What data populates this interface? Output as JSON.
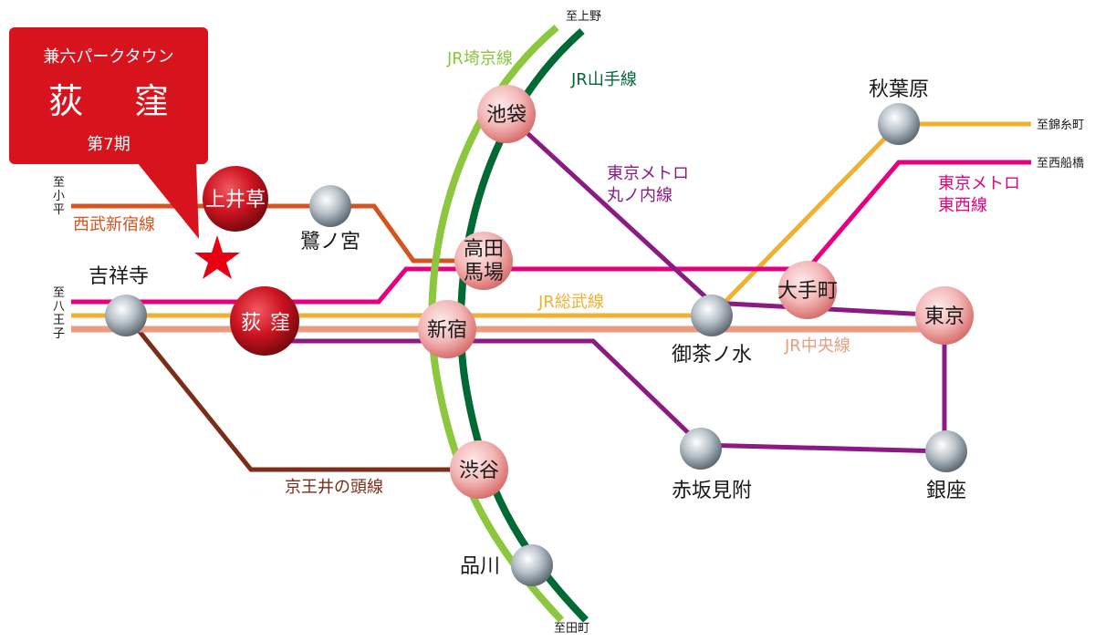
{
  "callout": {
    "line1": "兼六パークタウン",
    "title_a": "荻",
    "title_b": "窪",
    "line3": "第7期",
    "bg": "#d7131d"
  },
  "terminals": {
    "ueno": "至上野",
    "tabata": "至田町",
    "kinshicho": "至錦糸町",
    "nishifunabashi": "至西船橋",
    "kodaira": [
      "至",
      "小",
      "平"
    ],
    "hachioji": [
      "至",
      "八",
      "王",
      "子"
    ]
  },
  "lines": {
    "saikyo": {
      "label": "JR埼京線",
      "color": "#8dc63f"
    },
    "yamanote": {
      "label": "JR山手線",
      "color": "#006934"
    },
    "seibu": {
      "label": "西武新宿線",
      "color": "#d4541f"
    },
    "marunouchi": {
      "label": [
        "東京メトロ",
        "丸ノ内線"
      ],
      "color": "#8b1b83"
    },
    "tozai": {
      "label": [
        "東京メトロ",
        "東西線"
      ],
      "color": "#e4007f"
    },
    "sobu": {
      "label": "JR総武線",
      "color": "#f0b030"
    },
    "chuo": {
      "label": "JR中央線",
      "color": "#ea9c80"
    },
    "keio": {
      "label": "京王井の頭線",
      "color": "#7b2d1a"
    }
  },
  "stations": {
    "ikebukuro": "池袋",
    "takadanobaba": [
      "高田",
      "馬場"
    ],
    "shinjuku": "新宿",
    "shibuya": "渋谷",
    "shinagawa": "品川",
    "akihabara": "秋葉原",
    "otemachi": "大手町",
    "tokyo": "東京",
    "ochanomizu": "御茶ノ水",
    "akasakamitsuke": "赤坂見附",
    "ginza": "銀座",
    "kichijoji": "吉祥寺",
    "ogikubo_a": "荻",
    "ogikubo_b": "窪",
    "kamiigusa": "上井草",
    "saginomiya": "鷺ノ宮"
  }
}
